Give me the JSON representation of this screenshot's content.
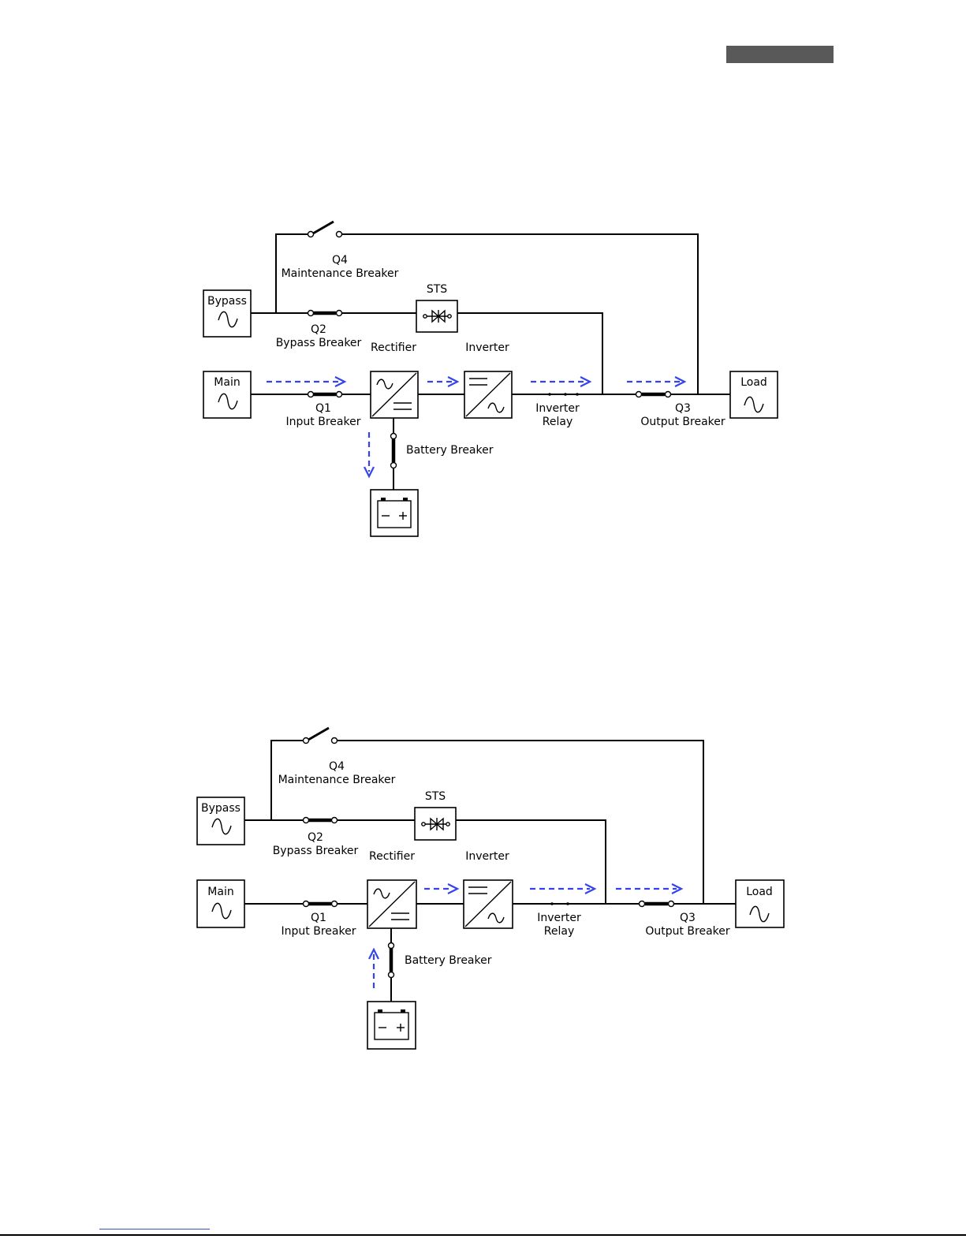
{
  "diagrams": [
    {
      "labels": {
        "bypass": "Bypass",
        "main": "Main",
        "load": "Load",
        "sts": "STS",
        "q4": "Q4",
        "maintenance_breaker": "Maintenance Breaker",
        "q2": "Q2",
        "bypass_breaker": "Bypass Breaker",
        "rectifier": "Rectifier",
        "inverter": "Inverter",
        "q1": "Q1",
        "input_breaker": "Input Breaker",
        "inverter_relay_1": "Inverter",
        "inverter_relay_2": "Relay",
        "q3": "Q3",
        "output_breaker": "Output Breaker",
        "battery_breaker": "Battery Breaker"
      },
      "battery_flow": "charging"
    },
    {
      "labels": {
        "bypass": "Bypass",
        "main": "Main",
        "load": "Load",
        "sts": "STS",
        "q4": "Q4",
        "maintenance_breaker": "Maintenance Breaker",
        "q2": "Q2",
        "bypass_breaker": "Bypass Breaker",
        "rectifier": "Rectifier",
        "inverter": "Inverter",
        "q1": "Q1",
        "input_breaker": "Input Breaker",
        "inverter_relay_1": "Inverter",
        "inverter_relay_2": "Relay",
        "q3": "Q3",
        "output_breaker": "Output Breaker",
        "battery_breaker": "Battery Breaker"
      },
      "battery_flow": "discharging"
    }
  ],
  "colors": {
    "flow_arrow": "#3344ee",
    "line": "#000000"
  }
}
